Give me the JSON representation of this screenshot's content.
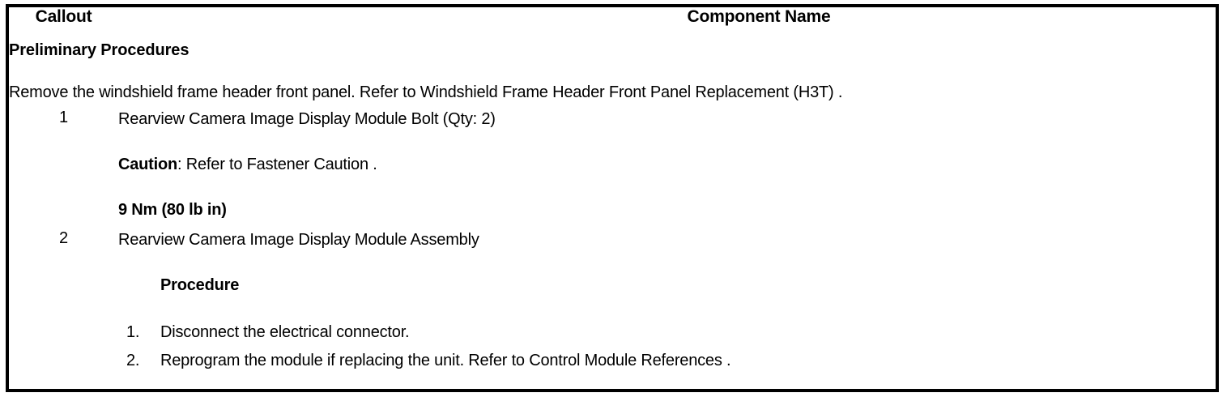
{
  "table": {
    "headers": {
      "callout": "Callout",
      "component_name": "Component Name"
    },
    "preliminary": {
      "title": "Preliminary Procedures",
      "text": "Remove the windshield frame header front panel. Refer to Windshield Frame Header Front Panel Replacement (H3T) ."
    },
    "rows": [
      {
        "callout": "1",
        "component_name": "Rearview Camera Image Display Module Bolt (Qty: 2)",
        "caution_label": "Caution",
        "caution_text": ": Refer to Fastener Caution .",
        "torque": "9 Nm (80 lb in)"
      },
      {
        "callout": "2",
        "component_name": "Rearview Camera Image Display Module Assembly",
        "procedure_heading": "Procedure",
        "steps": [
          {
            "num": "1.",
            "text": "Disconnect the electrical connector."
          },
          {
            "num": "2.",
            "text": "Reprogram the module if replacing the unit. Refer to Control Module References ."
          }
        ]
      }
    ]
  },
  "colors": {
    "border": "#000000",
    "background": "#ffffff",
    "text": "#000000"
  }
}
